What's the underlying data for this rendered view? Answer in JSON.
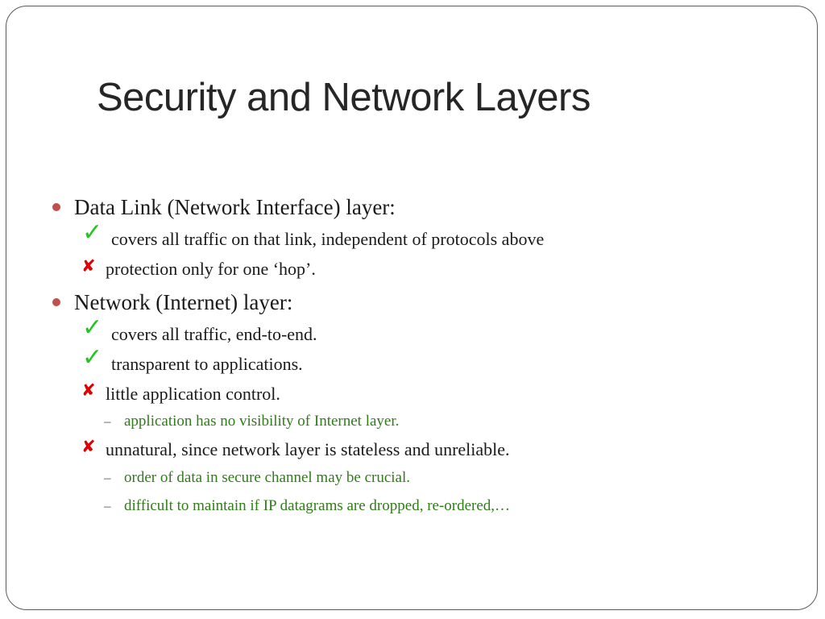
{
  "slide": {
    "title": "Security and Network Layers",
    "colors": {
      "bullet": "#c0504d",
      "check": "#22c71e",
      "cross": "#e00000",
      "sub_text": "#2e7d16"
    },
    "sections": [
      {
        "label": "Data Link (Network Interface) layer:",
        "items": [
          {
            "kind": "check",
            "icon": "check-icon",
            "text": "covers all traffic on that link, independent of protocols above"
          },
          {
            "kind": "cross",
            "icon": "cross-icon",
            "text": "protection only for one ‘hop’."
          }
        ]
      },
      {
        "label": "Network (Internet) layer:",
        "items": [
          {
            "kind": "check",
            "icon": "check-icon",
            "text": "covers all traffic, end-to-end."
          },
          {
            "kind": "check",
            "icon": "check-icon",
            "text": "transparent to applications."
          },
          {
            "kind": "cross",
            "icon": "cross-icon",
            "text": "little application control.",
            "sub": [
              "application has no visibility of Internet layer."
            ]
          },
          {
            "kind": "cross",
            "icon": "cross-icon",
            "text": "unnatural, since network layer is stateless and unreliable.",
            "sub": [
              "order of data in secure channel may be crucial.",
              "difficult to maintain if IP datagrams are dropped, re-ordered,…"
            ]
          }
        ]
      }
    ]
  }
}
